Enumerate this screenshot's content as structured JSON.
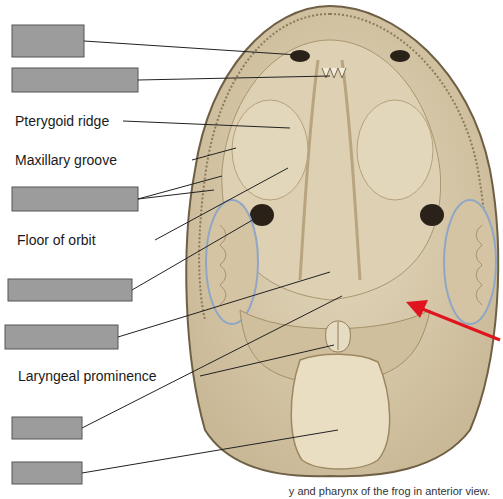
{
  "diagram": {
    "caption": "y and pharynx of the frog in anterior view.",
    "labels": [
      "Pterygoid ridge",
      "Maxillary groove",
      "Floor of orbit",
      "Laryngeal prominence"
    ]
  }
}
